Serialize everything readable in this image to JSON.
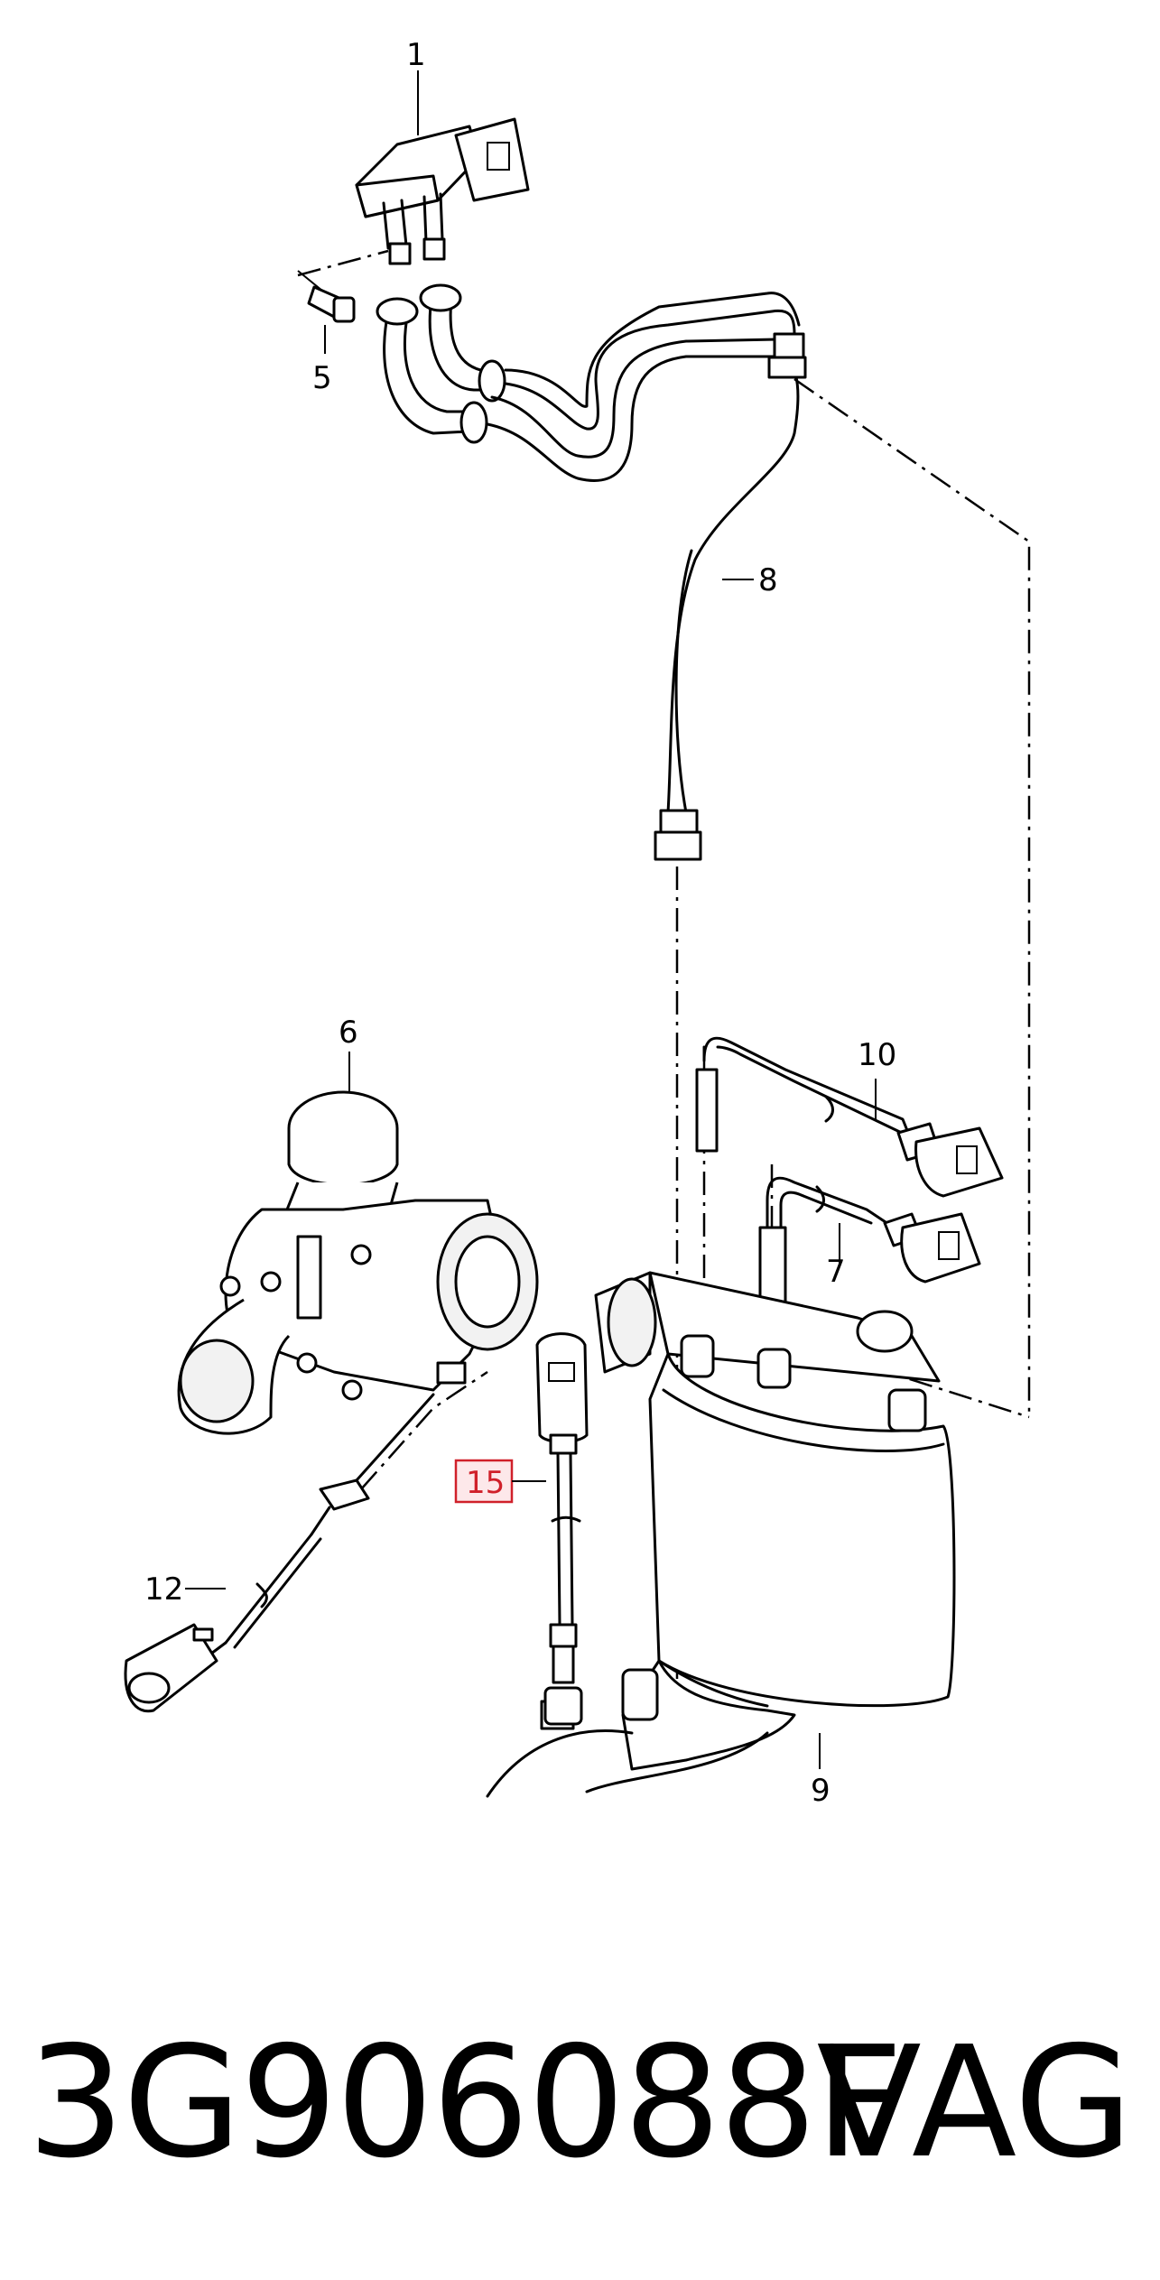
{
  "labels": {
    "l1": "1",
    "l5": "5",
    "l8": "8",
    "l6": "6",
    "l10": "10",
    "l7": "7",
    "l12": "12",
    "l15": "15",
    "l9": "9"
  },
  "highlight_color": "#d0202a",
  "footer": {
    "part_number": "3G906088F",
    "brand": "VAG"
  }
}
